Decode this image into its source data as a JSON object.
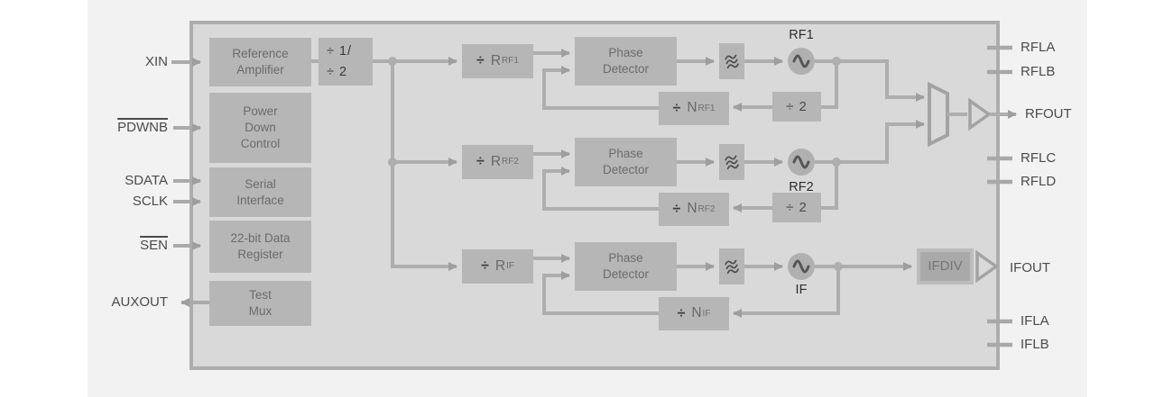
{
  "diagram": {
    "left_pins": [
      {
        "label": "XIN",
        "overline": false,
        "direction": "in"
      },
      {
        "label": "PDWNB",
        "overline": true,
        "direction": "in"
      },
      {
        "label": "SDATA",
        "overline": false,
        "direction": "in"
      },
      {
        "label": "SCLK",
        "overline": false,
        "direction": "in"
      },
      {
        "label": "SEN",
        "overline": true,
        "direction": "in"
      },
      {
        "label": "AUXOUT",
        "overline": false,
        "direction": "out"
      }
    ],
    "right_pins": [
      {
        "label": "RFLA"
      },
      {
        "label": "RFLB"
      },
      {
        "label": "RFOUT"
      },
      {
        "label": "RFLC"
      },
      {
        "label": "RFLD"
      },
      {
        "label": "IFOUT"
      },
      {
        "label": "IFLA"
      },
      {
        "label": "IFLB"
      }
    ],
    "left_blocks": {
      "reference_amplifier": "Reference\nAmplifier",
      "power_down_control": "Power\nDown\nControl",
      "serial_interface": "Serial\nInterface",
      "data_register": "22-bit Data\nRegister",
      "test_mux": "Test\nMux"
    },
    "ref_divider": {
      "line1": "÷ 1/",
      "line2": "÷ 2"
    },
    "channels": [
      {
        "r_op": "÷",
        "r_name": "R",
        "r_sub": "RF1",
        "pd": "Phase\nDetector",
        "n_op": "÷",
        "n_name": "N",
        "n_sub": "RF1",
        "div2": "÷ 2",
        "vco_label": "RF1"
      },
      {
        "r_op": "÷",
        "r_name": "R",
        "r_sub": "RF2",
        "pd": "Phase\nDetector",
        "n_op": "÷",
        "n_name": "N",
        "n_sub": "RF2",
        "div2": "÷ 2",
        "vco_label": "RF2"
      },
      {
        "r_op": "÷",
        "r_name": "R",
        "r_sub": "IF",
        "pd": "Phase\nDetector",
        "n_op": "÷",
        "n_name": "N",
        "n_sub": "IF",
        "vco_label": "IF"
      }
    ],
    "ifdiv_label": "IFDIV",
    "icons": {
      "loop_filter": "triple-tilde-filter-icon",
      "vco": "sine-wave-oscillator-icon",
      "mux": "mux-trapezoid",
      "buffer": "output-buffer-triangle"
    },
    "colors": {
      "panel_bg": "#f2f2f2",
      "chip_bg": "#d9d9d9",
      "chip_border": "#adadad",
      "block_fill": "#b6b6b6",
      "wire": "#aeaeae",
      "arrowhead": "#9e9e9e",
      "pin_text": "#4b4b4b",
      "block_text": "#6b6b6b",
      "dark_text": "#3e3e3e"
    }
  }
}
